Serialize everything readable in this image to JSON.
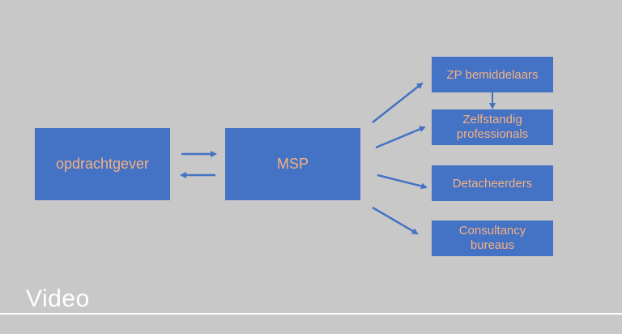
{
  "nodes": {
    "opdrachtgever": "opdrachtgever",
    "msp": "MSP",
    "zp_bemiddelaars": "ZP bemiddelaars",
    "zelfstandig_professionals": "Zelfstandig professionals",
    "detacheerders": "Detacheerders",
    "consultancy_bureaus": "Consultancy bureaus"
  },
  "footer": {
    "title": "Video"
  },
  "colors": {
    "background": "#c8c8c8",
    "box_fill": "#4472c4",
    "box_text": "#f4b183",
    "arrow": "#4472c4",
    "footer_text": "#ffffff"
  }
}
